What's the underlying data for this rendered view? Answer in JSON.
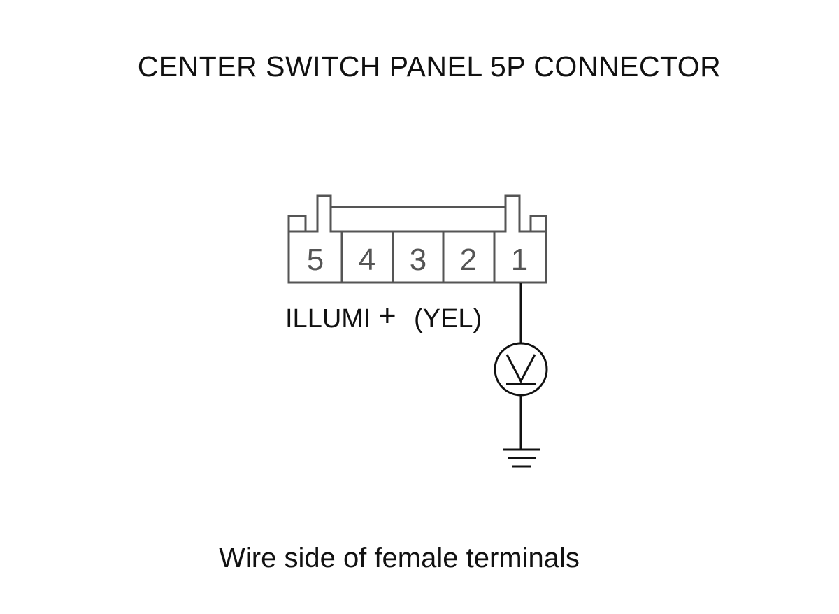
{
  "title": "CENTER SWITCH PANEL 5P CONNECTOR",
  "connector": {
    "pins": [
      {
        "number": "5"
      },
      {
        "number": "4"
      },
      {
        "number": "3"
      },
      {
        "number": "2"
      },
      {
        "number": "1"
      }
    ]
  },
  "wire": {
    "signal": "ILLUMI",
    "plus": "+",
    "color_code": "(YEL)"
  },
  "meter": {
    "icon": "voltmeter-icon"
  },
  "ground": {
    "icon": "ground-icon"
  },
  "caption": "Wire side of female terminals"
}
